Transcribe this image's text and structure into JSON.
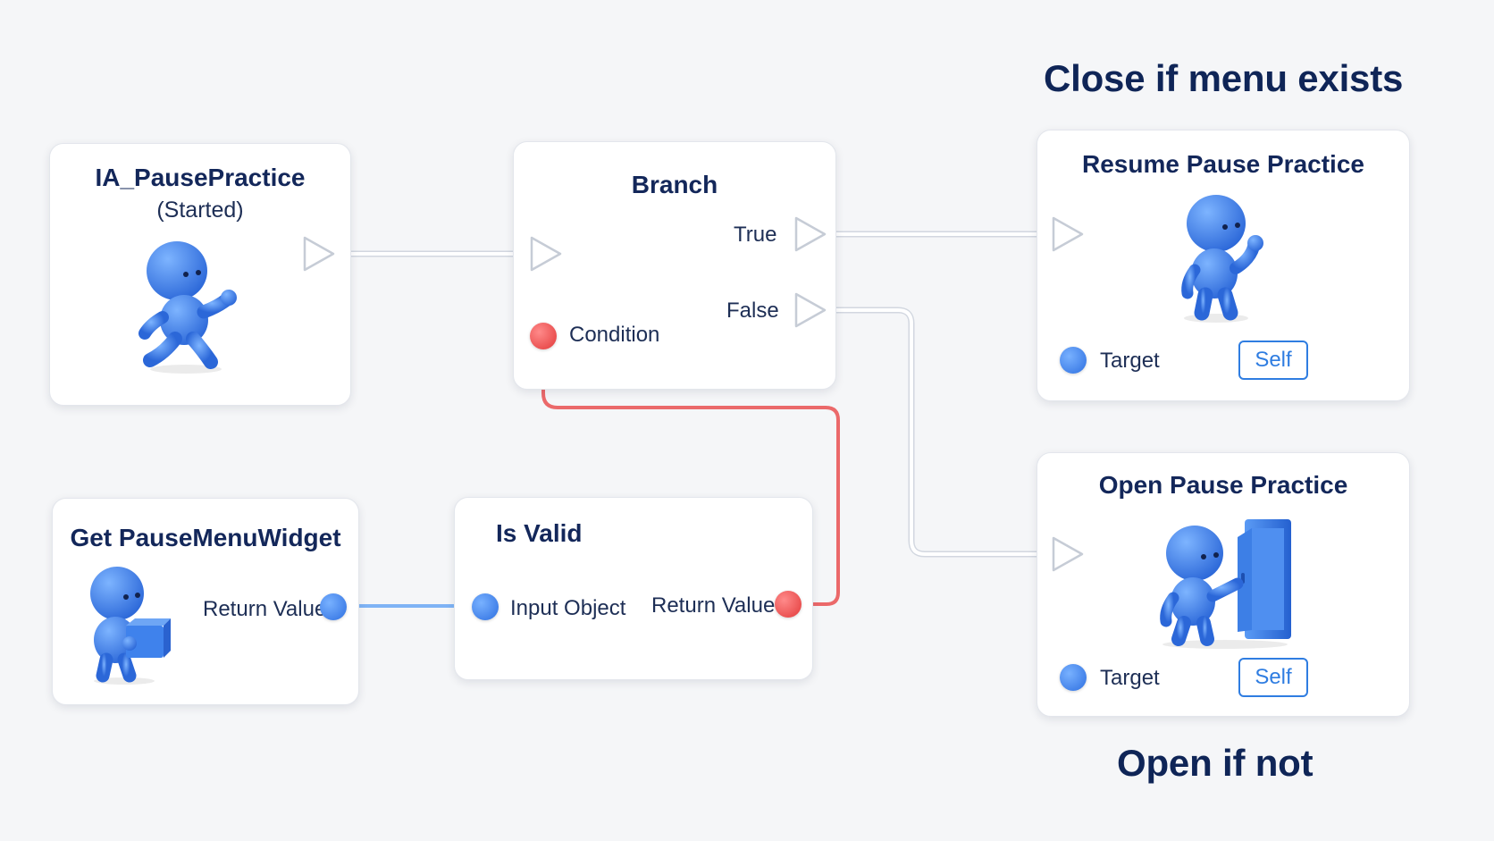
{
  "annotations": {
    "top": "Close if menu exists",
    "bottom": "Open if not"
  },
  "nodes": {
    "pause_event": {
      "title": "IA_PausePractice",
      "subtitle": "(Started)"
    },
    "branch": {
      "title": "Branch",
      "true_label": "True",
      "false_label": "False",
      "condition_label": "Condition"
    },
    "get_widget": {
      "title": "Get PauseMenuWidget",
      "return_label": "Return Value"
    },
    "is_valid": {
      "title": "Is Valid",
      "input_label": "Input Object",
      "return_label": "Return Value"
    },
    "resume": {
      "title": "Resume Pause Practice",
      "target_label": "Target",
      "self_label": "Self"
    },
    "open": {
      "title": "Open Pause Practice",
      "target_label": "Target",
      "self_label": "Self"
    }
  },
  "colors": {
    "background": "#f5f6f8",
    "title_text": "#13275a",
    "object_pin": "#3b82f6",
    "boolean_pin": "#e74c3c",
    "exec_wire": "#ffffff",
    "bool_wire": "#ea5a5a",
    "object_wire": "#7fb3f5",
    "self_button": "#2f7de1"
  },
  "icons": {
    "exec_pin": "exec-arrow-icon",
    "mascot": "blue-figure-icon",
    "door": "door-icon",
    "box": "box-icon"
  }
}
